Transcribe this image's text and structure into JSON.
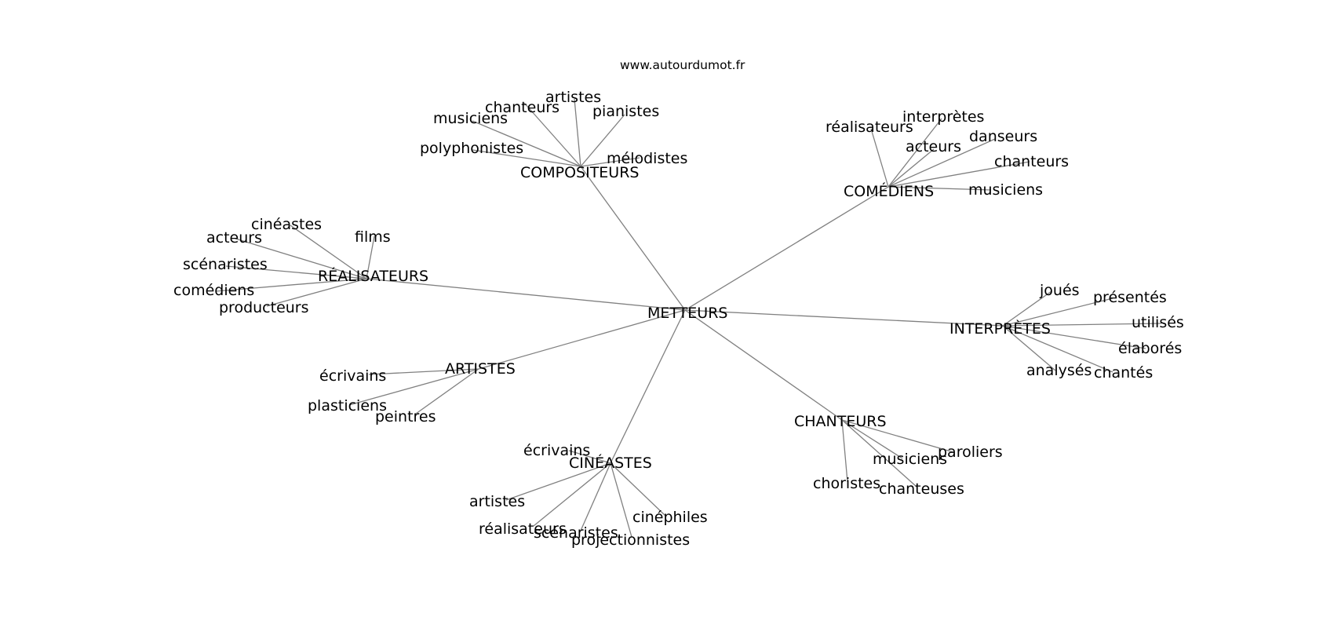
{
  "header": {
    "site": "www.autourdumot.fr"
  },
  "graph": {
    "center": "METTEURS",
    "clusters": [
      {
        "label": "COMPOSITEURS",
        "words": [
          "musiciens",
          "chanteurs",
          "artistes",
          "pianistes",
          "polyphonistes",
          "mélodistes"
        ]
      },
      {
        "label": "COMÉDIENS",
        "words": [
          "réalisateurs",
          "interprètes",
          "acteurs",
          "danseurs",
          "chanteurs",
          "musiciens"
        ]
      },
      {
        "label": "RÉALISATEURS",
        "words": [
          "cinéastes",
          "acteurs",
          "films",
          "scénaristes",
          "comédiens",
          "producteurs"
        ]
      },
      {
        "label": "INTERPRÈTES",
        "words": [
          "joués",
          "présentés",
          "utilisés",
          "élaborés",
          "analysés",
          "chantés"
        ]
      },
      {
        "label": "ARTISTES",
        "words": [
          "écrivains",
          "plasticiens",
          "peintres"
        ]
      },
      {
        "label": "CHANTEURS",
        "words": [
          "paroliers",
          "musiciens",
          "choristes",
          "chanteuses"
        ]
      },
      {
        "label": "CINÉASTES",
        "words": [
          "écrivains",
          "artistes",
          "réalisateurs",
          "scénaristes",
          "projectionnistes",
          "cinéphiles"
        ]
      }
    ]
  }
}
